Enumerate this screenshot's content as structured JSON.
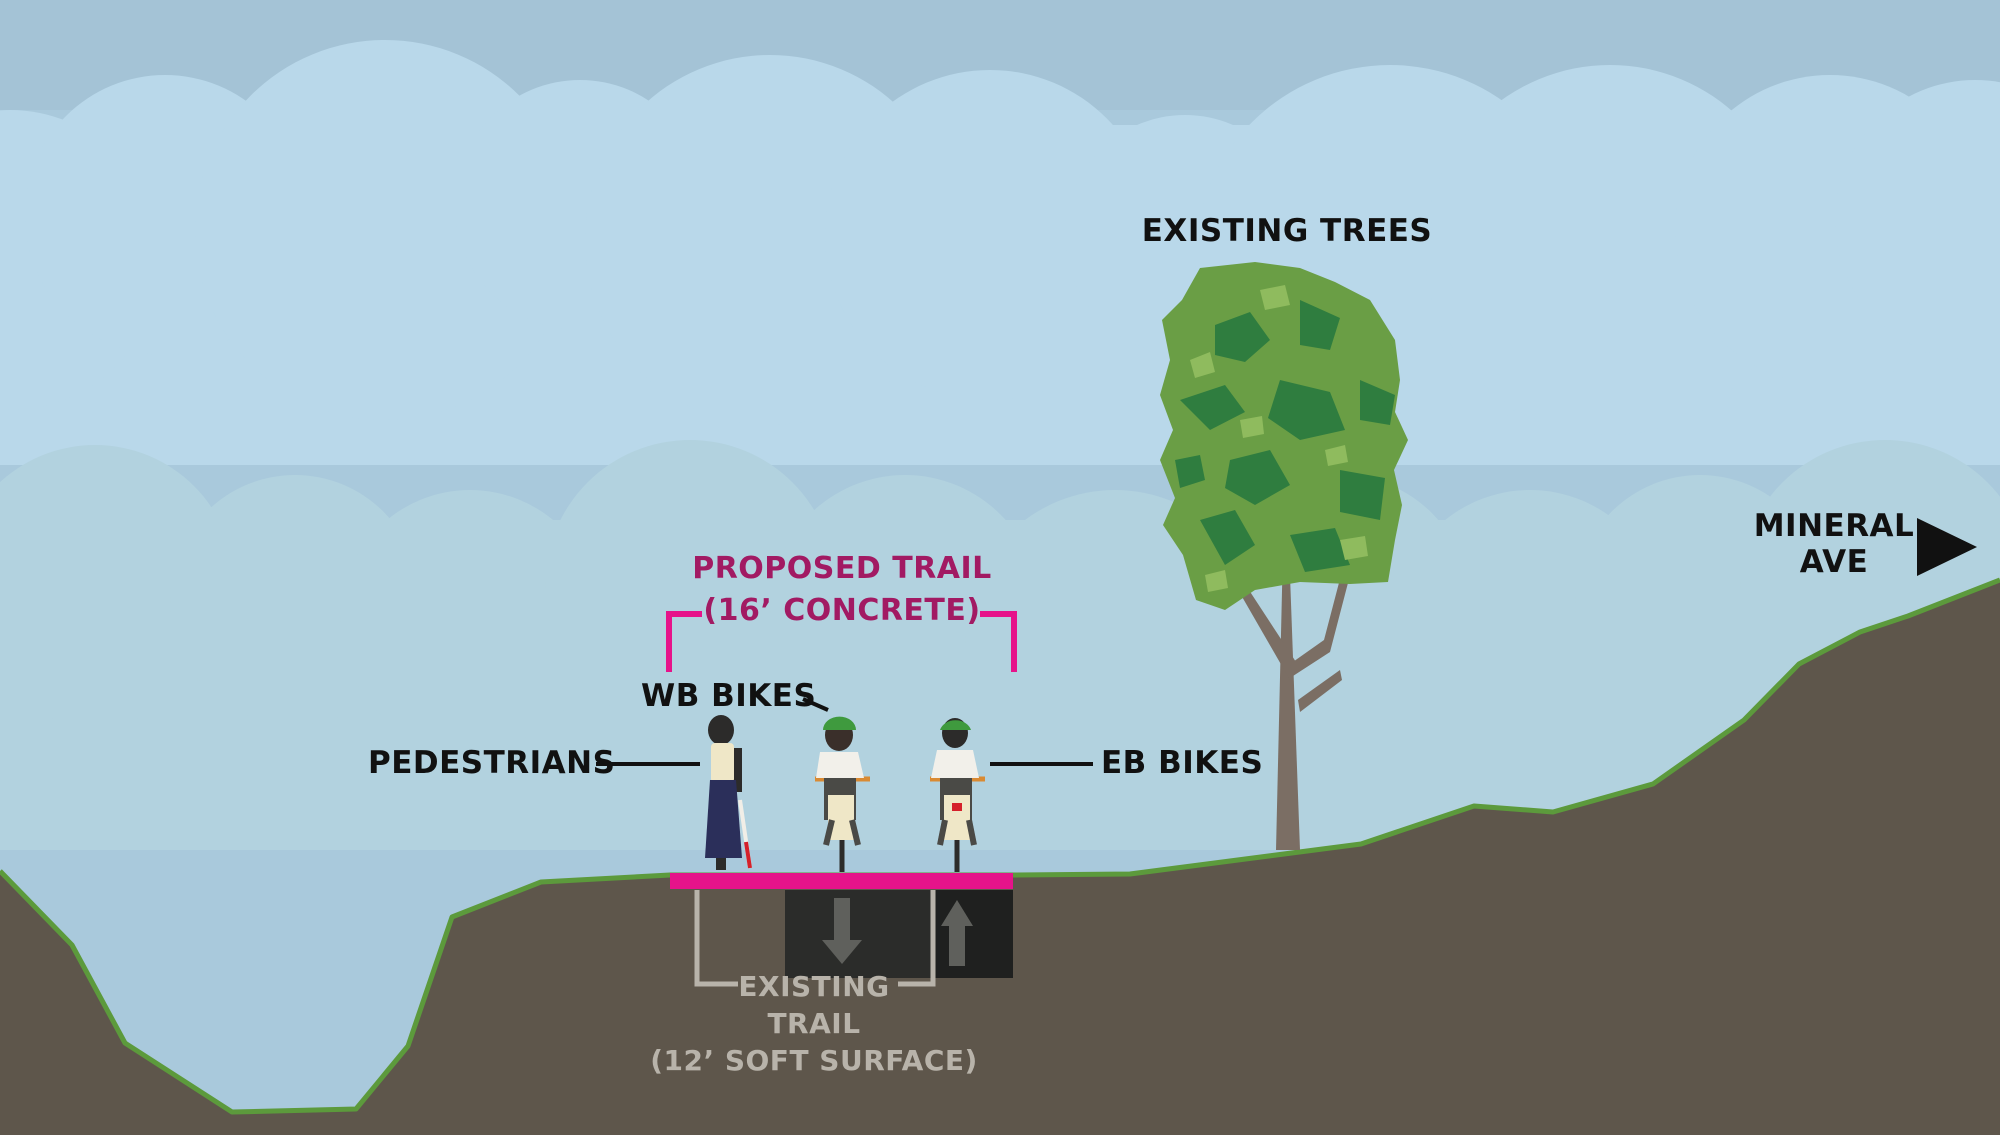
{
  "labels": {
    "existing_trees": "EXISTING TREES",
    "mineral_ave_line1": "MINERAL",
    "mineral_ave_line2": "AVE",
    "proposed_trail_line1": "PROPOSED TRAIL",
    "proposed_trail_line2": "(16’ CONCRETE)",
    "wb_bikes": "WB BIKES",
    "pedestrians": "PEDESTRIANS",
    "eb_bikes": "EB BIKES",
    "existing_trail_line1": "EXISTING",
    "existing_trail_line2": "TRAIL",
    "existing_trail_line3": "(12’ SOFT SURFACE)"
  },
  "icons": {
    "direction_arrow": "right-triangle-icon",
    "westbound_arrow": "down-arrow-icon",
    "eastbound_arrow": "up-arrow-icon"
  },
  "colors": {
    "sky": "#a9c9dc",
    "cloud": "#b9d9ea",
    "ground": "#5e564b",
    "grass_line": "#5c9a3c",
    "proposed_trail": "#e6138a",
    "proposed_label": "#a21a63",
    "existing_trail_box": "#2b2c2a",
    "existing_trail_label": "#b8b3aa",
    "tree_light": "#6a9e45",
    "tree_dark": "#2f7d3f",
    "trunk": "#7b6e64"
  }
}
